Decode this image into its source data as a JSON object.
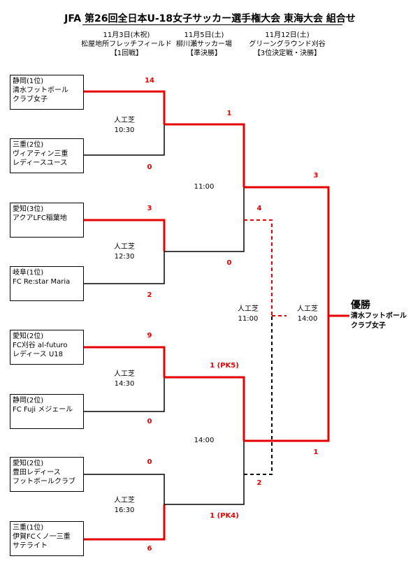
{
  "title": "JFA 第26回全日本U-18女子サッカー選手権大会 東海大会 組合せ",
  "rounds": [
    {
      "date": "11月3日(木祝)",
      "venue": "松屋地所フレッチフィールド",
      "label": "【1回戦】"
    },
    {
      "date": "11月5日(土)",
      "venue": "柳川瀬サッカー場",
      "label": "【準決勝】"
    },
    {
      "date": "11月12日(土)",
      "venue": "グリーングラウンド刈谷",
      "label": "【3位決定戦・決勝】"
    }
  ],
  "teams": [
    {
      "line1": "静岡(1位)",
      "line2": "清水フットボール",
      "line3": "クラブ女子"
    },
    {
      "line1": "三重(2位)",
      "line2": "ヴィアティン三重",
      "line3": "レディースユース"
    },
    {
      "line1": "愛知(3位)",
      "line2": "アクアLFC稲葉地",
      "line3": ""
    },
    {
      "line1": "岐阜(1位)",
      "line2": "FC Re:star Maria",
      "line3": ""
    },
    {
      "line1": "愛知(2位)",
      "line2": "FC刈谷 al-futuro",
      "line3": "レディース U18"
    },
    {
      "line1": "静岡(2位)",
      "line2": "FC Fuji メジェール",
      "line3": ""
    },
    {
      "line1": "愛知(2位)",
      "line2": "豊田レディース",
      "line3": "フットボールクラブ"
    },
    {
      "line1": "三重(1位)",
      "line2": "伊賀FCくノ一三重",
      "line3": "サテライト"
    }
  ],
  "venues": {
    "r1m1": {
      "surface": "人工芝",
      "time": "10:30"
    },
    "r1m2": {
      "surface": "人工芝",
      "time": "12:30"
    },
    "r1m3": {
      "surface": "人工芝",
      "time": "14:30"
    },
    "r1m4": {
      "surface": "人工芝",
      "time": "16:30"
    },
    "sf1": {
      "time": "11:00"
    },
    "sf2": {
      "time": "14:00"
    },
    "third": {
      "surface": "人工芝",
      "time": "11:00"
    },
    "final": {
      "surface": "人工芝",
      "time": "14:00"
    }
  },
  "scores": {
    "r1m1_top": "14",
    "r1m1_bot": "0",
    "r1m2_top": "3",
    "r1m2_bot": "2",
    "r1m3_top": "9",
    "r1m3_bot": "0",
    "r1m4_top": "0",
    "r1m4_bot": "6",
    "sf1_top": "1",
    "sf1_bot": "0",
    "sf2_top": "1 (PK5)",
    "sf2_bot": "1 (PK4)",
    "third_top": "4",
    "third_bot": "2",
    "final_top": "3",
    "final_bot": "1"
  },
  "champion": {
    "label": "優勝",
    "line1": "清水フットボール",
    "line2": "クラブ女子"
  },
  "colors": {
    "winner": "#e60000",
    "line": "#000000"
  }
}
